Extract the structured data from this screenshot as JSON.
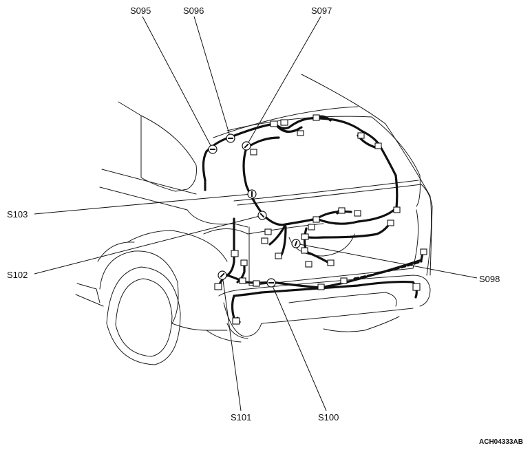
{
  "labels": {
    "s095": "S095",
    "s096": "S096",
    "s097": "S097",
    "s098": "S098",
    "s100": "S100",
    "s101": "S101",
    "s102": "S102",
    "s103": "S103"
  },
  "figure_code": "ACH04333AB"
}
